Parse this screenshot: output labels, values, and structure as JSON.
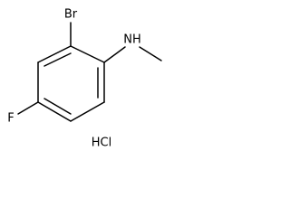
{
  "molecule": {
    "atoms": {
      "bromine": "Br",
      "amine": "NH",
      "fluorine": "F"
    },
    "salt": "HCl"
  }
}
